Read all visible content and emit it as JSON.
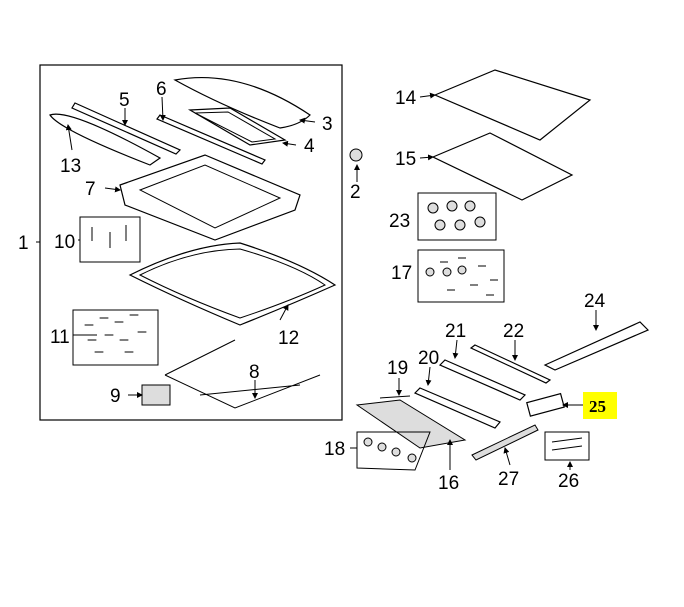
{
  "diagram": {
    "callouts": [
      "1",
      "2",
      "3",
      "4",
      "5",
      "6",
      "7",
      "8",
      "9",
      "10",
      "11",
      "12",
      "13",
      "14",
      "15",
      "16",
      "17",
      "18",
      "19",
      "20",
      "21",
      "22",
      "23",
      "24",
      "25",
      "26",
      "27"
    ],
    "highlighted_callout": "25",
    "highlight_color": "#ffff00"
  }
}
